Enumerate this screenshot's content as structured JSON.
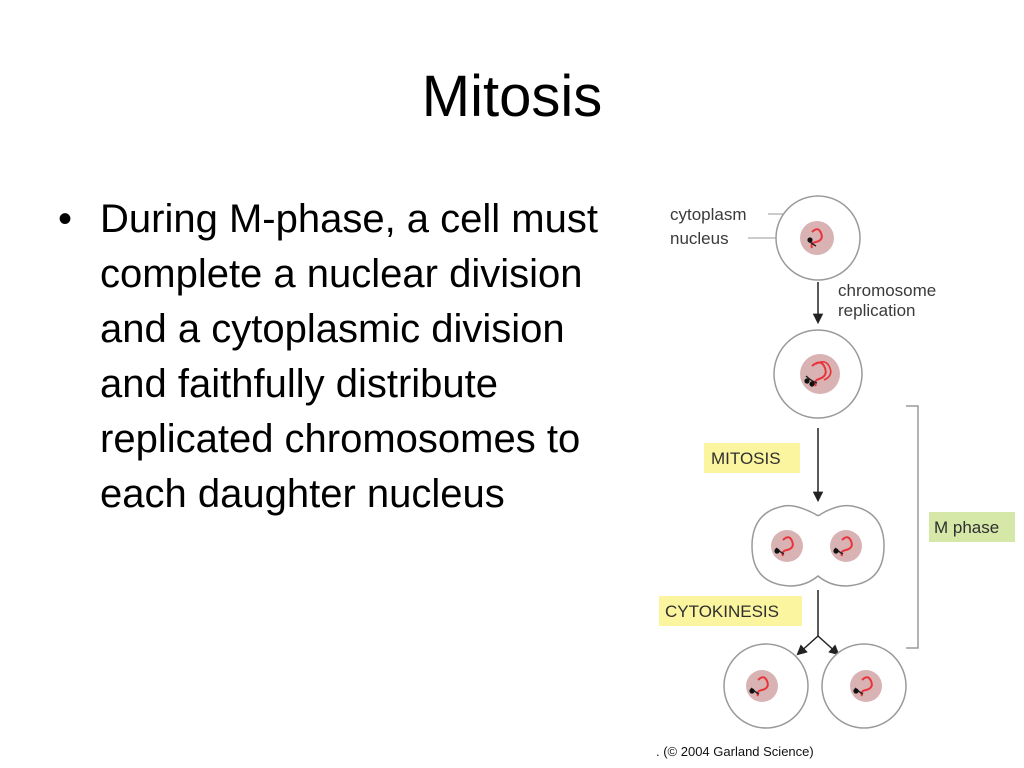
{
  "slide": {
    "title": "Mitosis",
    "bullet_text": "During M-phase, a cell must complete a nuclear division and a cytoplasmic division and faithfully distribute replicated chromosomes to each daughter nucleus"
  },
  "diagram": {
    "labels": {
      "cytoplasm": "cytoplasm",
      "nucleus": "nucleus",
      "replication_line1": "chromosome",
      "replication_line2": "replication",
      "mitosis": "MITOSIS",
      "cytokinesis": "CYTOKINESIS",
      "m_phase": "M phase"
    },
    "credit": ". (© 2004 Garland Science)",
    "colors": {
      "nucleus_fill": "#d9b3b3",
      "chromosome_red": "#e8333a",
      "highlight_yellow": "#fbf5a0",
      "highlight_green": "#d6e8a8",
      "outline": "#9a9a9a"
    }
  }
}
